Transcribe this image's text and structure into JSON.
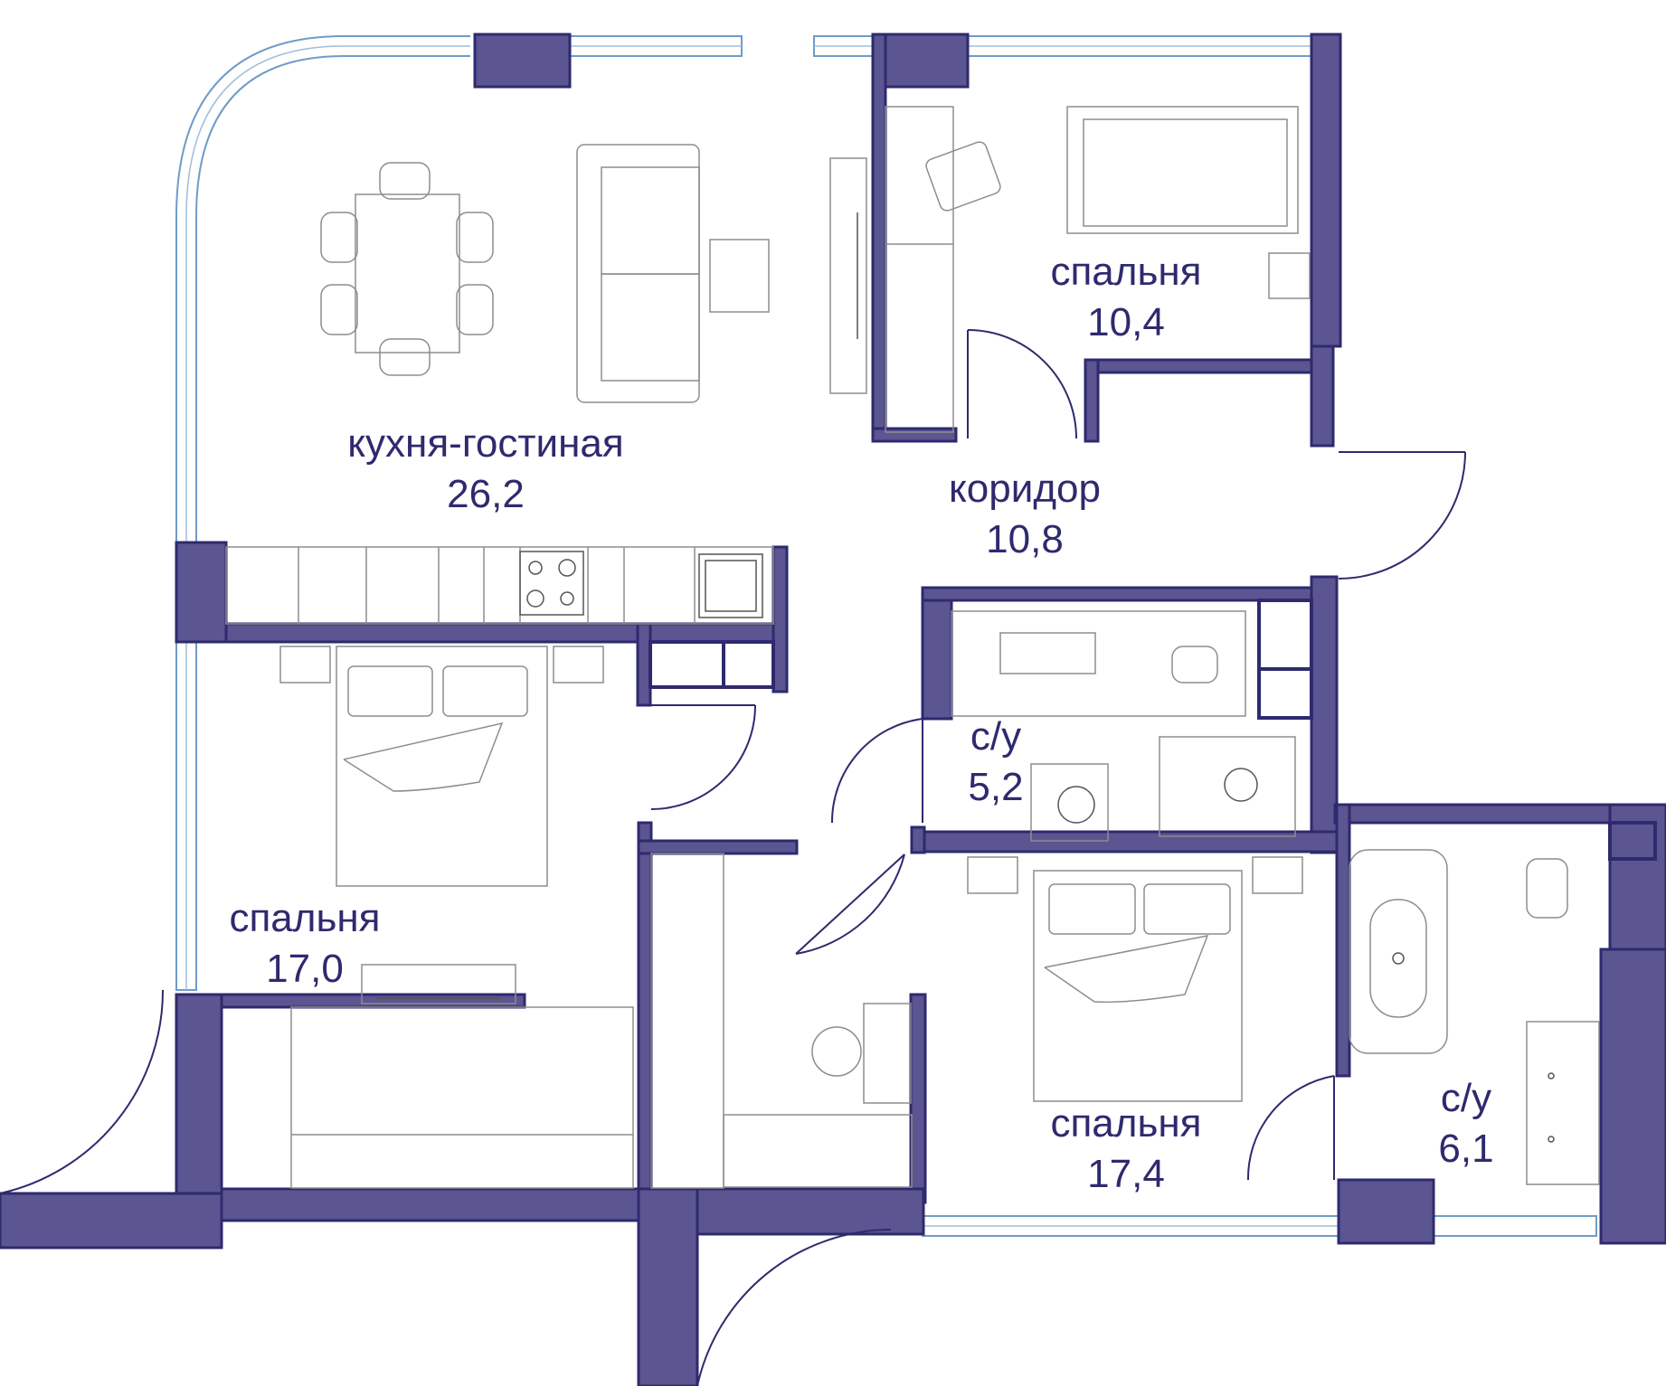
{
  "rooms": {
    "living": {
      "name": "кухня-гостиная",
      "area": "26,2"
    },
    "bedroom_top": {
      "name": "спальня",
      "area": "10,4"
    },
    "corridor": {
      "name": "коридор",
      "area": "10,8"
    },
    "bath_middle": {
      "name": "с/у",
      "area": "5,2"
    },
    "bedroom_left": {
      "name": "спальня",
      "area": "17,0"
    },
    "bedroom_bottom": {
      "name": "спальня",
      "area": "17,4"
    },
    "bath_right": {
      "name": "с/у",
      "area": "6,1"
    }
  },
  "colors": {
    "wall_fill": "#5b5591",
    "wall_stroke": "#2e2a6e",
    "window": "#6f9cc8",
    "label": "#2e2a6e"
  }
}
